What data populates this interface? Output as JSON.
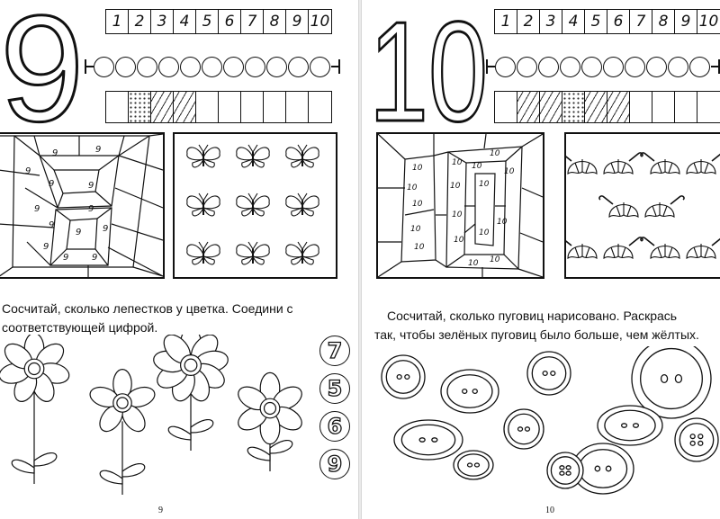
{
  "digits": [
    "1",
    "2",
    "3",
    "4",
    "5",
    "6",
    "7",
    "8",
    "9",
    "10"
  ],
  "left_page": {
    "big_number": "9",
    "mosaic_label": "9",
    "instruction_line1": "Сосчитай, сколько лепестков у цветка. Соедини с",
    "instruction_line2": "соответствующей цифрой.",
    "answers": [
      "7",
      "5",
      "6",
      "9"
    ],
    "page_number": "9"
  },
  "right_page": {
    "big_number": "10",
    "mosaic_label": "10",
    "instruction_line1": "Сосчитай, сколько пуговиц нарисовано. Раскрась",
    "instruction_line2": "так, чтобы зелёных пуговиц было больше, чем жёлтых.",
    "page_number": "10"
  },
  "icons": {
    "butterfly": "butterfly-icon",
    "umbrella": "umbrella-icon",
    "flower": "flower-icon",
    "button": "button-icon"
  }
}
